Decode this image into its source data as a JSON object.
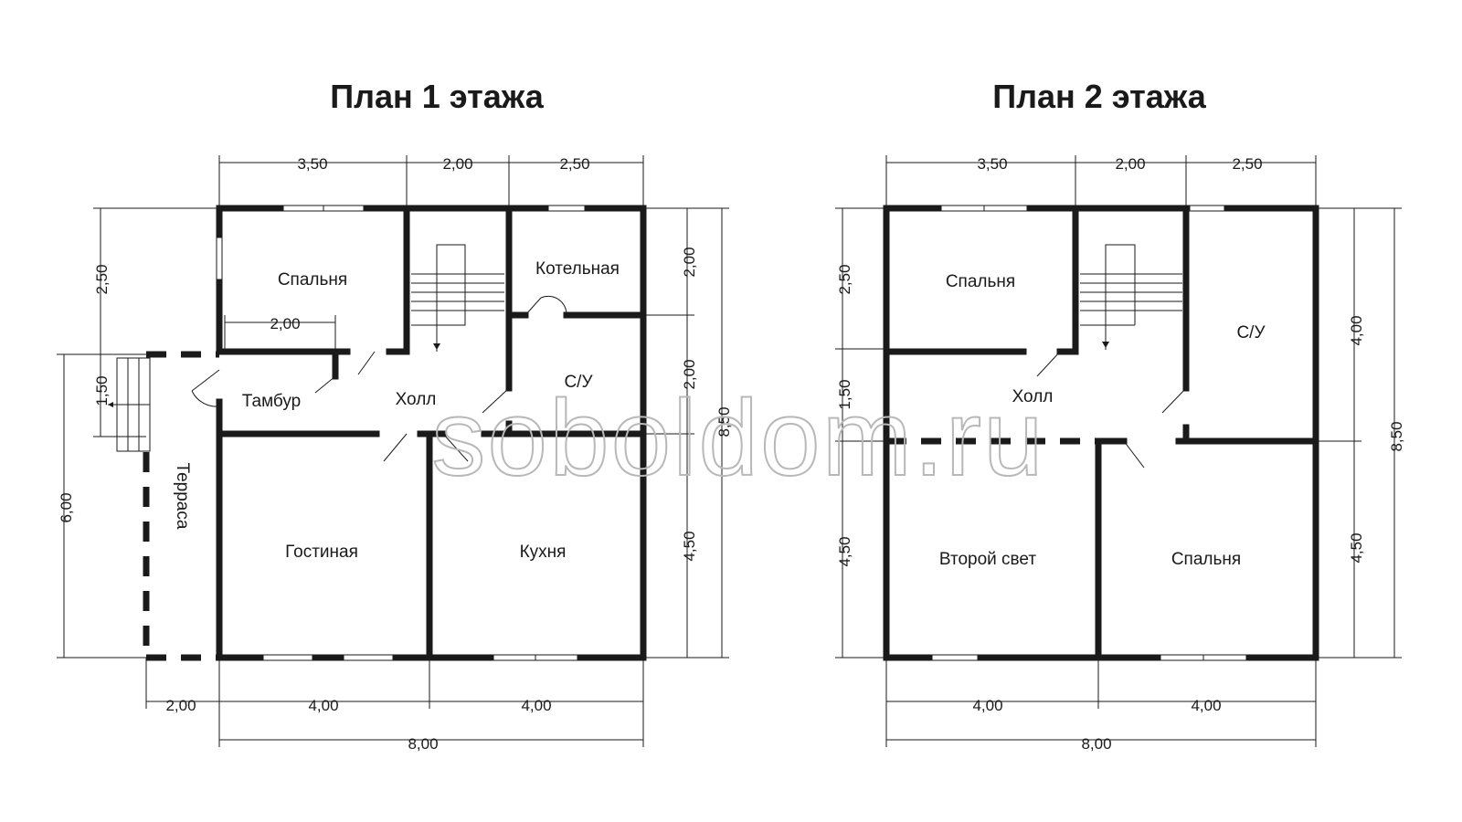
{
  "floor1": {
    "title": "План 1 этажа",
    "rooms": {
      "bedroom": "Спальня",
      "boiler": "Котельная",
      "vestibule": "Тамбур",
      "hall": "Холл",
      "bathroom": "С/У",
      "terrace": "Терраса",
      "living": "Гостиная",
      "kitchen": "Кухня"
    },
    "dims": {
      "top_a": "3,50",
      "top_b": "2,00",
      "top_c": "2,50",
      "inner_vest": "2,00",
      "left_a": "2,50",
      "left_b": "1,50",
      "left_total": "6,00",
      "right_a": "2,00",
      "right_b": "2,00",
      "right_c": "4,50",
      "right_total": "8,50",
      "bottom_terrace": "2,00",
      "bottom_a": "4,00",
      "bottom_b": "4,00",
      "bottom_total": "8,00"
    }
  },
  "floor2": {
    "title": "План 2 этажа",
    "rooms": {
      "bedroom_top": "Спальня",
      "bathroom": "С/У",
      "hall": "Холл",
      "second_light": "Второй свет",
      "bedroom_bottom": "Спальня"
    },
    "dims": {
      "top_a": "3,50",
      "top_b": "2,00",
      "top_c": "2,50",
      "left_a": "2,50",
      "left_b": "1,50",
      "left_c": "4,50",
      "right_a": "4,00",
      "right_b": "4,50",
      "right_total": "8,50",
      "bottom_a": "4,00",
      "bottom_b": "4,00",
      "bottom_total": "8,00"
    }
  },
  "watermark": "soboldom.ru"
}
